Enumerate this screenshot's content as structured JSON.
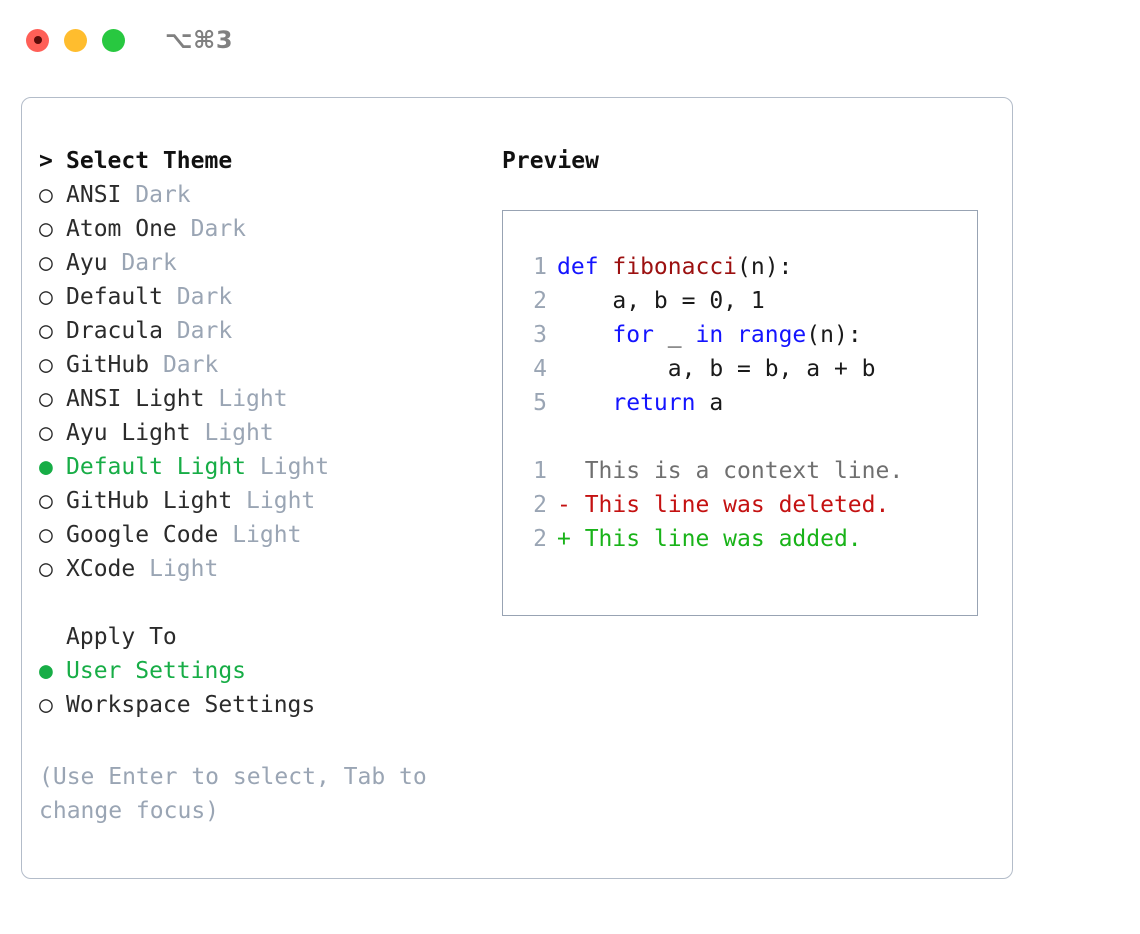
{
  "titlebar": {
    "shortcut": "⌥⌘3",
    "lights": [
      {
        "name": "close",
        "color": "#ff5f57"
      },
      {
        "name": "minimize",
        "color": "#ffbd2e"
      },
      {
        "name": "maximize",
        "color": "#28c840"
      }
    ]
  },
  "theme_picker": {
    "header_marker": ">",
    "header_label": "Select Theme",
    "items": [
      {
        "marker": "○",
        "label": "ANSI",
        "variant": "Dark",
        "selected": false
      },
      {
        "marker": "○",
        "label": "Atom One",
        "variant": "Dark",
        "selected": false
      },
      {
        "marker": "○",
        "label": "Ayu",
        "variant": "Dark",
        "selected": false
      },
      {
        "marker": "○",
        "label": "Default",
        "variant": "Dark",
        "selected": false
      },
      {
        "marker": "○",
        "label": "Dracula",
        "variant": "Dark",
        "selected": false
      },
      {
        "marker": "○",
        "label": "GitHub",
        "variant": "Dark",
        "selected": false
      },
      {
        "marker": "○",
        "label": "ANSI Light",
        "variant": "Light",
        "selected": false
      },
      {
        "marker": "○",
        "label": "Ayu Light",
        "variant": "Light",
        "selected": false
      },
      {
        "marker": "●",
        "label": "Default Light",
        "variant": "Light",
        "selected": true
      },
      {
        "marker": "○",
        "label": "GitHub Light",
        "variant": "Light",
        "selected": false
      },
      {
        "marker": "○",
        "label": "Google Code",
        "variant": "Light",
        "selected": false
      },
      {
        "marker": "○",
        "label": "XCode",
        "variant": "Light",
        "selected": false
      }
    ]
  },
  "apply_to": {
    "header_label": "Apply To",
    "items": [
      {
        "marker": "●",
        "label": "User Settings",
        "selected": true
      },
      {
        "marker": "○",
        "label": "Workspace Settings",
        "selected": false
      }
    ]
  },
  "hint": "(Use Enter to select, Tab to change focus)",
  "preview": {
    "title": "Preview",
    "code_lines": [
      {
        "num": "1",
        "tokens": [
          {
            "t": "def ",
            "c": "kw"
          },
          {
            "t": "fibonacci",
            "c": "fn"
          },
          {
            "t": "(n):",
            "c": "plain"
          }
        ]
      },
      {
        "num": "2",
        "tokens": [
          {
            "t": "    a, b = 0, 1",
            "c": "plain"
          }
        ]
      },
      {
        "num": "3",
        "tokens": [
          {
            "t": "    ",
            "c": "plain"
          },
          {
            "t": "for",
            "c": "kw"
          },
          {
            "t": " _ ",
            "c": "plain"
          },
          {
            "t": "in",
            "c": "kw"
          },
          {
            "t": " ",
            "c": "plain"
          },
          {
            "t": "range",
            "c": "kw"
          },
          {
            "t": "(n):",
            "c": "plain"
          }
        ]
      },
      {
        "num": "4",
        "tokens": [
          {
            "t": "        a, b = b, a + b",
            "c": "plain"
          }
        ]
      },
      {
        "num": "5",
        "tokens": [
          {
            "t": "    ",
            "c": "plain"
          },
          {
            "t": "return",
            "c": "kw"
          },
          {
            "t": " a",
            "c": "plain"
          }
        ]
      }
    ],
    "diff_lines": [
      {
        "num": "1",
        "sign": " ",
        "text": " This is a context line.",
        "c": "ctx"
      },
      {
        "num": "2",
        "sign": "-",
        "text": " This line was deleted.",
        "c": "del"
      },
      {
        "num": "2",
        "sign": "+",
        "text": " This line was added.",
        "c": "add"
      }
    ]
  },
  "colors": {
    "accent_green": "#17ad46",
    "muted": "#9aa5b4",
    "border": "#b3bcc9",
    "keyword": "#1414ff",
    "function": "#9c1010",
    "diff_added": "#19b319",
    "diff_deleted": "#c41111"
  }
}
